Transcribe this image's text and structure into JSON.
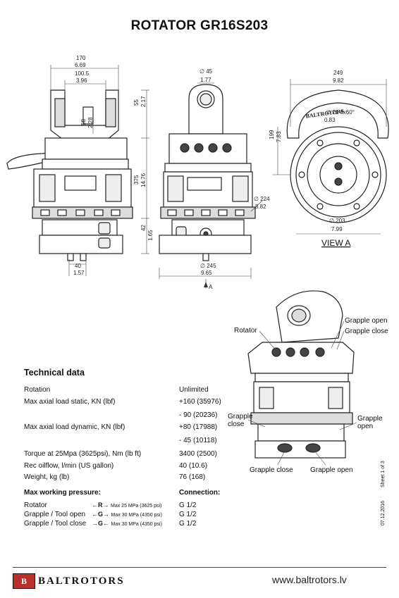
{
  "title": "ROTATOR  GR16S203",
  "dims": {
    "w170": "170",
    "w6_69": "6.69",
    "w100_5": "100.5",
    "w3_96": "3.96",
    "h55": "55",
    "h2_17": "2.17",
    "h58": "58",
    "h2_28": "2.28",
    "h375": "375",
    "h14_76": "14.76",
    "h42": "42",
    "h1_65": "1.65",
    "w40": "40",
    "w1_57": "1.57",
    "d45": "∅ 45",
    "d1_77": "1.77",
    "d224": "∅ 224",
    "d8_82": "8.82",
    "d245": "∅ 245",
    "d9_65": "9.65",
    "arrowA": "A",
    "w249": "249",
    "w9_82": "9.82",
    "h199": "199",
    "h7_83": "7.83",
    "d21": "∅ 21  6x60°",
    "d0_83": "0.83",
    "d203": "∅ 203",
    "d7_99": "7.99",
    "brand_on_part": "BALTROTORS"
  },
  "view_a": "VIEW A",
  "callouts": {
    "rotator": "Rotator",
    "grapple_open_top": "Grapple open",
    "grapple_close_top": "Grapple close",
    "grapple_close_left": [
      "Grapple",
      "close"
    ],
    "grapple_open_right": [
      "Grapple",
      "open"
    ],
    "grapple_close_bottom": "Grapple close",
    "grapple_open_bottom": "Grapple open"
  },
  "tech": {
    "heading": "Technical data",
    "rows": [
      {
        "k": "Rotation",
        "v": "Unlimited"
      },
      {
        "k": "Max axial load static, KN (lbf)",
        "v": "+160 (35976)"
      },
      {
        "k": "",
        "v": "- 90 (20236)"
      },
      {
        "k": "Max axial load dynamic, KN (lbf)",
        "v": "+80 (17988)"
      },
      {
        "k": "",
        "v": "- 45 (10118)"
      },
      {
        "k": "Torque at 25Mpa (3625psi), Nm (lb ft)",
        "v": "3400 (2500)"
      },
      {
        "k": "Rec oilflow, l/min (US gallon)",
        "v": "40 (10.6)"
      },
      {
        "k": "Weight, kg (lb)",
        "v": "76 (168)"
      }
    ],
    "pressure_heading": "Max working pressure:",
    "connection_heading": "Connection:",
    "pressure_rows": [
      {
        "k": "Rotator",
        "sym": "←R→",
        "p": "Max 25 MPa (3625 psi)",
        "c": "G 1/2"
      },
      {
        "k": "Grapple / Tool open",
        "sym": "←G→",
        "p": "Max 30 MPa (4350 psi)",
        "c": "G 1/2"
      },
      {
        "k": "Grapple / Tool close",
        "sym": "→G←",
        "p": "Max 30 MPa (4350 psi)",
        "c": "G 1/2"
      }
    ]
  },
  "sheet": "Sheet 1 of 3",
  "date": "07.12.2016",
  "logo_text": "BALTROTORS",
  "logo_mark": "B",
  "url": "www.baltrotors.lv"
}
